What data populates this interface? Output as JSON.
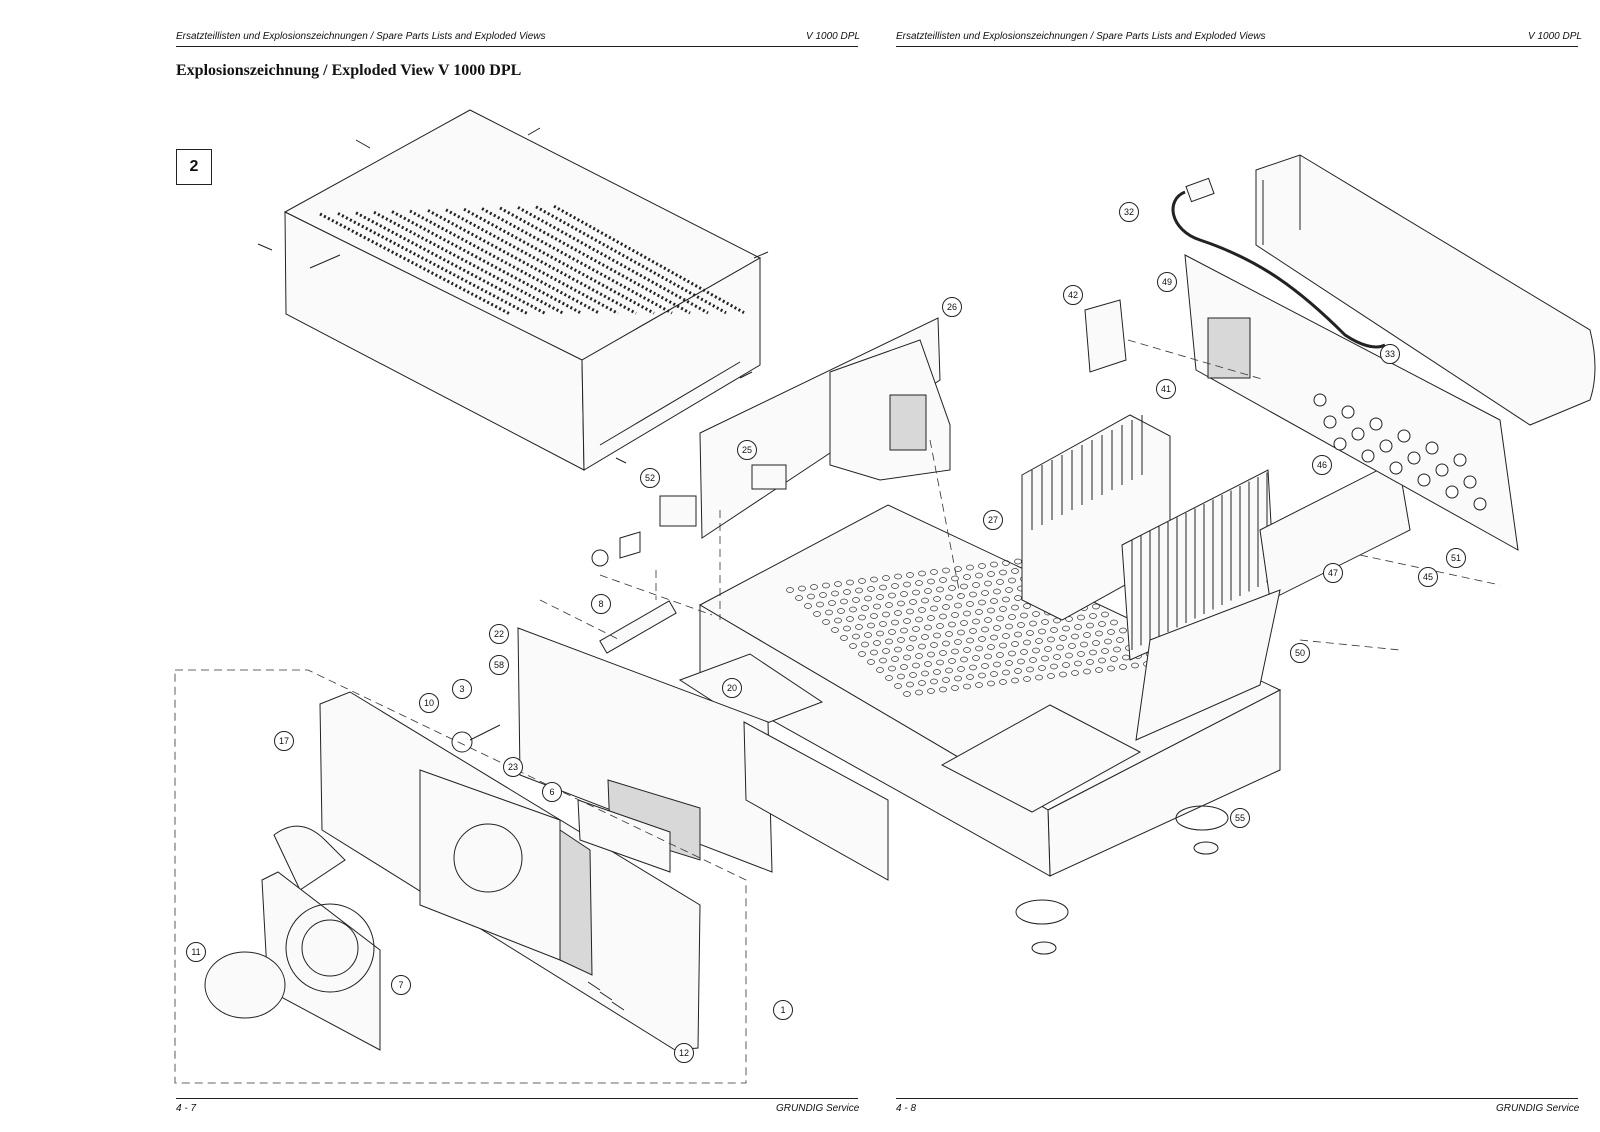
{
  "page_left": {
    "header_left": "Ersatzteillisten und Explosionszeichnungen / Spare Parts Lists and Exploded Views",
    "header_right": "V 1000 DPL",
    "title": "Explosionszeichnung / Exploded View V 1000 DPL",
    "figure_number": "2",
    "footer_left": "4 - 7",
    "footer_right": "GRUNDIG Service"
  },
  "page_right": {
    "header_left": "Ersatzteillisten und Explosionszeichnungen / Spare Parts Lists and Exploded Views",
    "header_right": "V 1000 DPL",
    "footer_left": "4 - 8",
    "footer_right": "GRUNDIG Service"
  },
  "callouts": [
    "1",
    "3",
    "6",
    "7",
    "8",
    "10",
    "11",
    "12",
    "17",
    "20",
    "22",
    "23",
    "25",
    "26",
    "27",
    "32",
    "33",
    "41",
    "42",
    "45",
    "46",
    "47",
    "49",
    "50",
    "51",
    "52",
    "55",
    "58"
  ]
}
